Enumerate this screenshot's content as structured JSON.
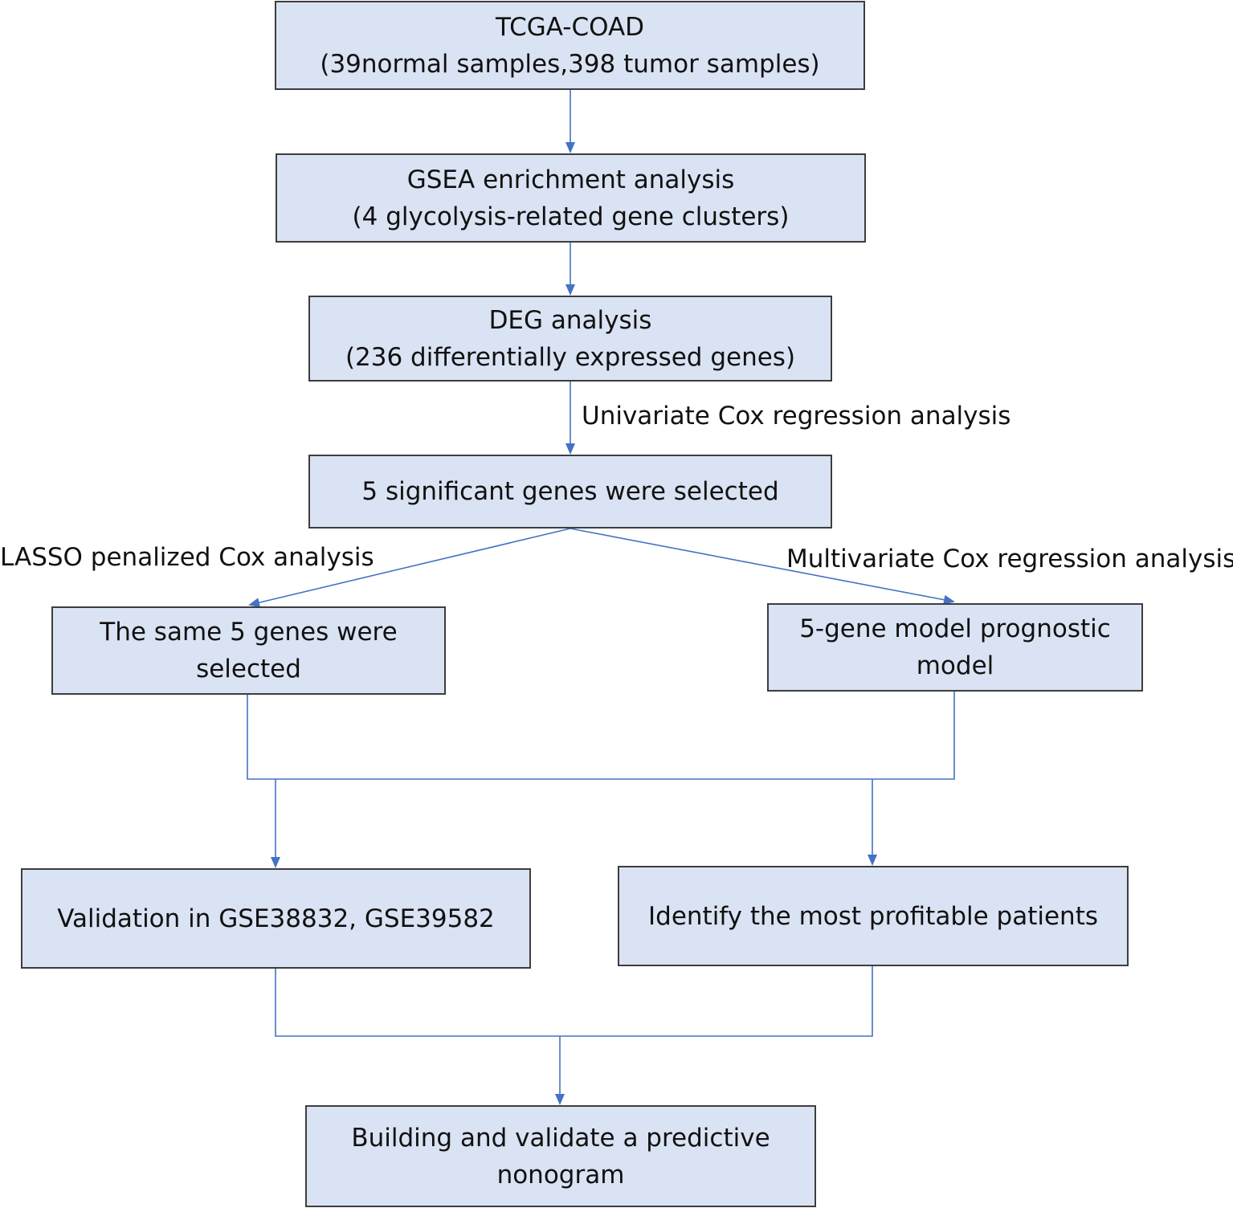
{
  "boxes": {
    "tcga": {
      "line1": "TCGA-COAD",
      "line2": "(39normal samples,398 tumor samples)"
    },
    "gsea": {
      "line1": "GSEA enrichment analysis",
      "line2": "(4 glycolysis-related gene clusters)"
    },
    "deg": {
      "line1": "DEG analysis",
      "line2": "(236 differentially expressed genes)"
    },
    "significant": {
      "line1": "5 significant genes were selected"
    },
    "same_genes": {
      "line1": "The same 5 genes were",
      "line2": "selected"
    },
    "model": {
      "line1": "5-gene model prognostic",
      "line2": "model"
    },
    "validation": {
      "line1": "Validation in GSE38832, GSE39582"
    },
    "identify": {
      "line1": "Identify the most profitable patients"
    },
    "nomogram": {
      "line1": "Building and validate a predictive",
      "line2": "nonogram"
    }
  },
  "edge_labels": {
    "univariate": "Univariate Cox regression analysis",
    "lasso": "LASSO penalized Cox analysis",
    "multivariate": "Multivariate Cox regression analysis"
  },
  "colors": {
    "box_fill": "#dae3f3",
    "box_border": "#3d3d3d",
    "connector": "#4472c4"
  }
}
